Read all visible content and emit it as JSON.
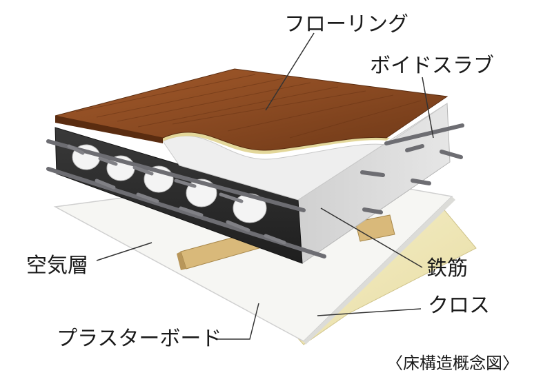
{
  "labels": {
    "flooring": "フローリング",
    "void_slab": "ボイドスラブ",
    "air_layer": "空気層",
    "rebar": "鉄筋",
    "cloth": "クロス",
    "plasterboard": "プラスターボード"
  },
  "caption": "〈床構造概念図〉",
  "colors": {
    "wood": "#8a4a22",
    "wood_edge": "#5a2c10",
    "concrete": "#dcdcdc",
    "concrete_dark": "#2e2e2e",
    "foam": "#f2f2f2",
    "board": "#f4f4f0",
    "cloth": "#efe7b8",
    "joist": "#d9b97a",
    "rebar": "#6d6d72",
    "leader": "#333333"
  }
}
